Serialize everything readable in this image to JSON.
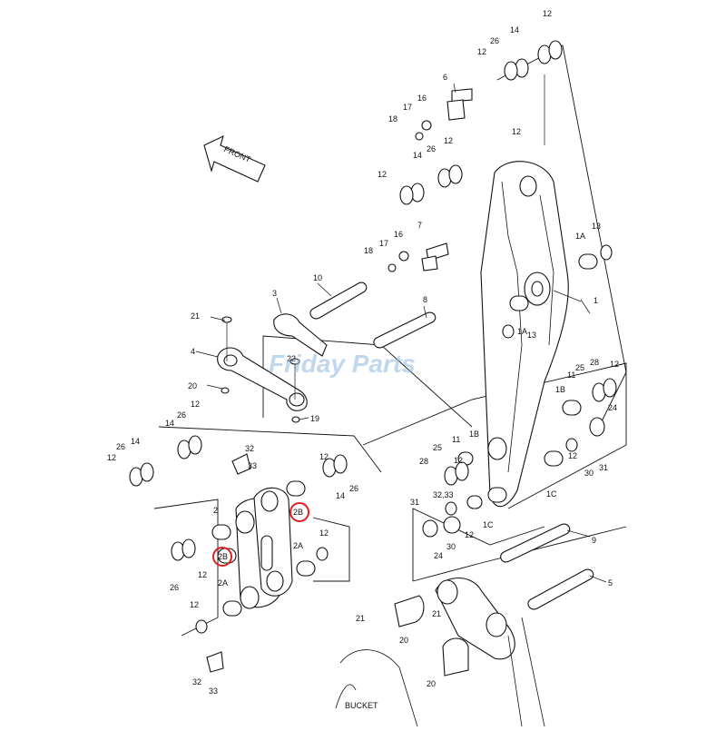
{
  "watermark": "Friday Parts",
  "front_label": "FRONT",
  "bucket_label": "BUCKET",
  "highlight_color": "#e02020",
  "labels": {
    "l1": "1",
    "l1A_a": "1A",
    "l1A_b": "1A",
    "l1B_a": "1B",
    "l1B_b": "1B",
    "l1C_a": "1C",
    "l1C_b": "1C",
    "l2": "2",
    "l2A_a": "2A",
    "l2A_b": "2A",
    "l2B_a": "2B",
    "l2B_b": "2B",
    "l3": "3",
    "l4": "4",
    "l5": "5",
    "l6": "6",
    "l7": "7",
    "l8": "8",
    "l9": "9",
    "l10": "10",
    "l11_a": "11",
    "l11_b": "11",
    "l12_a": "12",
    "l12_b": "12",
    "l12_c": "12",
    "l12_d": "12",
    "l12_e": "12",
    "l12_f": "12",
    "l12_g": "12",
    "l12_h": "12",
    "l12_i": "12",
    "l12_j": "12",
    "l12_k": "12",
    "l12_l": "12",
    "l12_m": "12",
    "l12_n": "12",
    "l12_o": "12",
    "l13_a": "13",
    "l13_b": "13",
    "l14_a": "14",
    "l14_b": "14",
    "l14_c": "14",
    "l14_d": "14",
    "l14_e": "14",
    "l16_a": "16",
    "l16_b": "16",
    "l17_a": "17",
    "l17_b": "17",
    "l18_a": "18",
    "l18_b": "18",
    "l19": "19",
    "l20_a": "20",
    "l20_b": "20",
    "l20_c": "20",
    "l21_a": "21",
    "l21_b": "21",
    "l21_c": "21",
    "l22": "22",
    "l24_a": "24",
    "l24_b": "24",
    "l25_a": "25",
    "l25_b": "25",
    "l26_a": "26",
    "l26_b": "26",
    "l26_c": "26",
    "l26_d": "26",
    "l26_e": "26",
    "l26_f": "26",
    "l28_a": "28",
    "l28_b": "28",
    "l30_a": "30",
    "l30_b": "30",
    "l31_a": "31",
    "l31_b": "31",
    "l32_a": "32",
    "l32_b": "32",
    "l3233": "32,33",
    "l33_a": "33",
    "l33_b": "33"
  }
}
